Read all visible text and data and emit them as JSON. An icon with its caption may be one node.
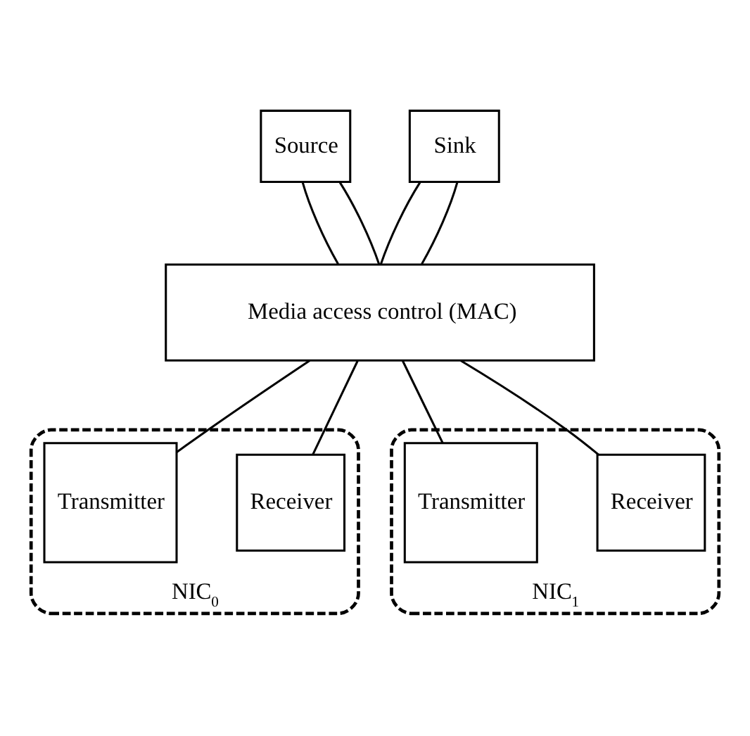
{
  "diagram": {
    "nodes": [
      {
        "text": [
          "Source"
        ]
      },
      {
        "text": [
          "Sink"
        ]
      },
      {
        "text": [
          "Media access control (MAC)"
        ]
      },
      {
        "text": [
          "NIC$_{0}$"
        ]
      },
      {
        "text": [
          "Transmitter"
        ],
        "in": 3
      },
      {
        "text": [
          "Receiver"
        ],
        "in": 3
      },
      {
        "text": [
          "NIC$_{1}$"
        ]
      },
      {
        "text": [
          "Transmitter"
        ],
        "in": 6
      },
      {
        "text": [
          "Receiver"
        ],
        "in": 6
      }
    ],
    "edges": [
      {
        "from": 0,
        "to": 2,
        "arrow": "none"
      },
      {
        "from": 0,
        "to": 2,
        "arrow": "none"
      },
      {
        "from": 1,
        "to": 2,
        "arrow": "none"
      },
      {
        "from": 1,
        "to": 2,
        "arrow": "none"
      },
      {
        "from": 2,
        "to": 4,
        "arrow": "none"
      },
      {
        "from": 2,
        "to": 5,
        "arrow": "none"
      },
      {
        "from": 2,
        "to": 7,
        "arrow": "none"
      },
      {
        "from": 2,
        "to": 8,
        "arrow": "none"
      }
    ]
  }
}
